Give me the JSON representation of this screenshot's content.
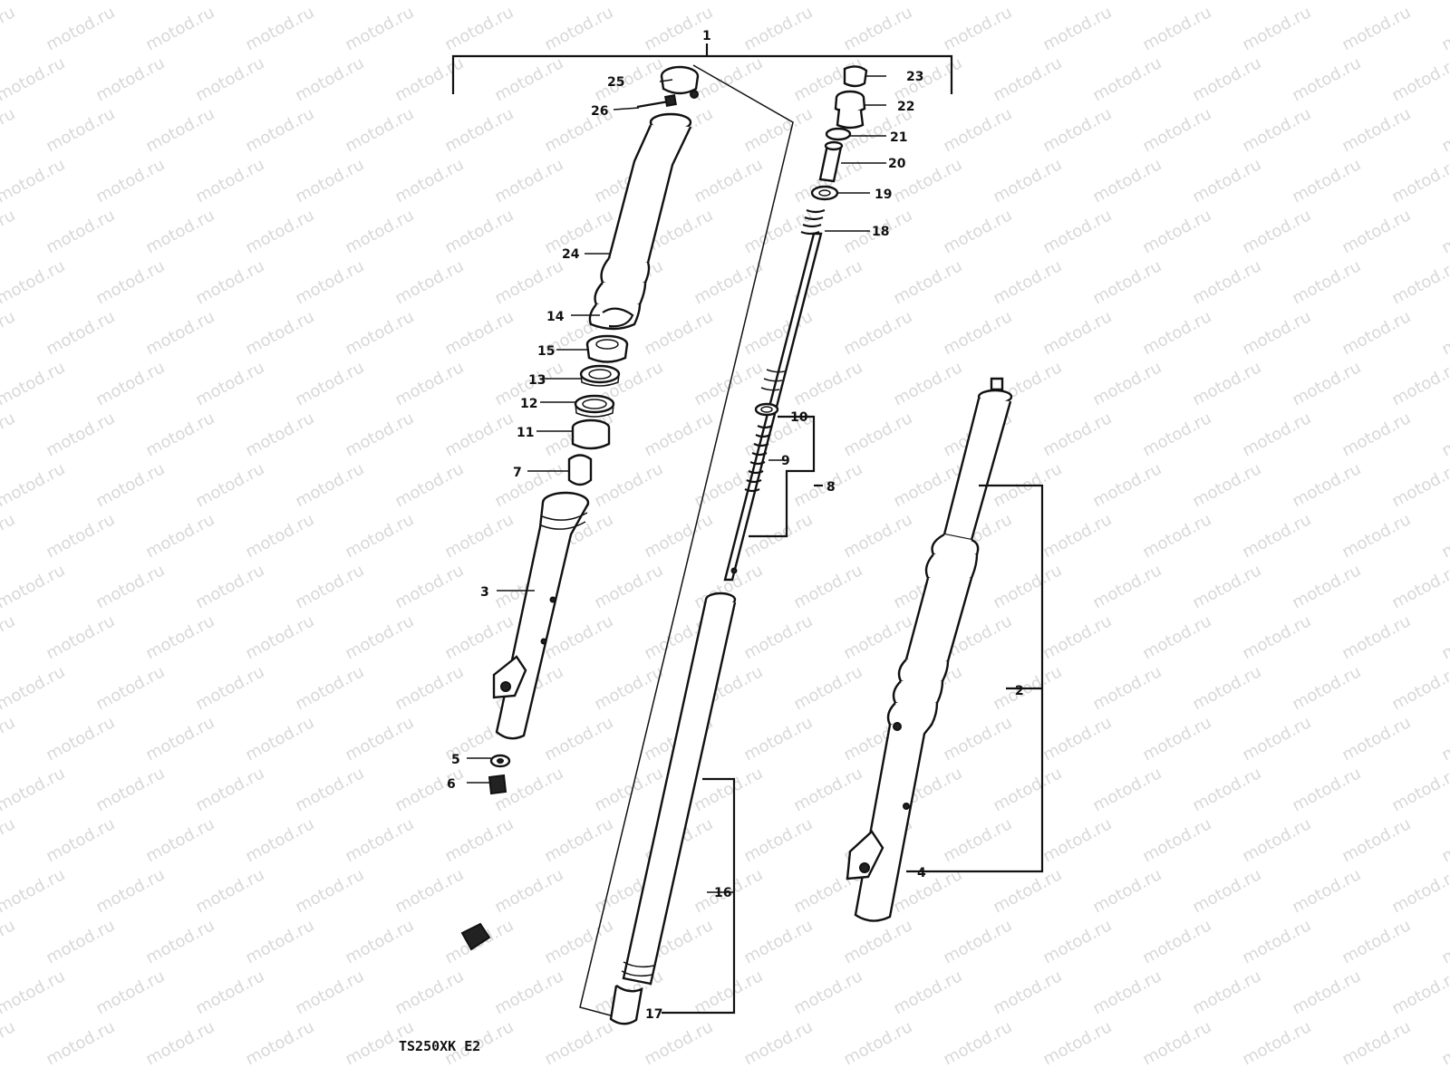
{
  "watermark": "motod.ru",
  "model_code": "TS250XK E2",
  "callouts": [
    {
      "id": "c1",
      "label": "1"
    },
    {
      "id": "c2",
      "label": "2"
    },
    {
      "id": "c3",
      "label": "3"
    },
    {
      "id": "c4",
      "label": "4"
    },
    {
      "id": "c5",
      "label": "5"
    },
    {
      "id": "c6",
      "label": "6"
    },
    {
      "id": "c7",
      "label": "7"
    },
    {
      "id": "c8",
      "label": "8"
    },
    {
      "id": "c9",
      "label": "9"
    },
    {
      "id": "c10",
      "label": "10"
    },
    {
      "id": "c11",
      "label": "11"
    },
    {
      "id": "c12",
      "label": "12"
    },
    {
      "id": "c13",
      "label": "13"
    },
    {
      "id": "c14",
      "label": "14"
    },
    {
      "id": "c15",
      "label": "15"
    },
    {
      "id": "c16",
      "label": "16"
    },
    {
      "id": "c17",
      "label": "17"
    },
    {
      "id": "c18",
      "label": "18"
    },
    {
      "id": "c19",
      "label": "19"
    },
    {
      "id": "c20",
      "label": "20"
    },
    {
      "id": "c21",
      "label": "21"
    },
    {
      "id": "c22",
      "label": "22"
    },
    {
      "id": "c23",
      "label": "23"
    },
    {
      "id": "c24",
      "label": "24"
    },
    {
      "id": "c25",
      "label": "25"
    },
    {
      "id": "c26",
      "label": "26"
    }
  ]
}
